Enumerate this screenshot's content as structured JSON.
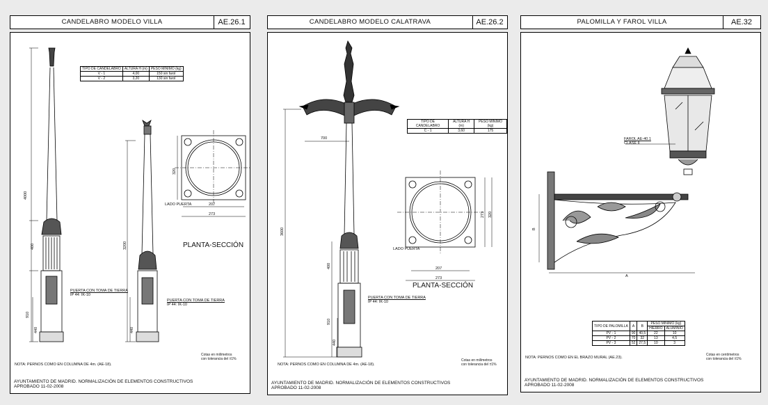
{
  "sheets": [
    {
      "title": "CANDELABRO MODELO VILLA",
      "code": "AE.26.1",
      "table": {
        "headers": [
          "TIPO DE CANDELABRO",
          "ALTURA H (m)",
          "PESO MINIMO (kg)"
        ],
        "rows": [
          [
            "V - 1",
            "4,00",
            "150 sin farol"
          ],
          [
            "V - 2",
            "3,20",
            "130 sin farol"
          ]
        ]
      },
      "dims": [
        "4000",
        "400",
        "910",
        "440",
        "3200",
        "320",
        "207",
        "273"
      ],
      "labels": {
        "puerta": "PUERTA CON TOMA DE TIERRA",
        "ip": "IP 44: IK-10",
        "lado": "LADO PUERTA",
        "planta": "PLANTA-SECCIÓN"
      },
      "note": "NOTA: PERNOS COMO EN COLUMNA DE 4m. (AE-18).",
      "tolerance": [
        "Cotas en milímetros",
        "con tolerancia del ±1%"
      ],
      "footer": [
        "AYUNTAMIENTO DE MADRID. NORMALIZACIÓN DE ELEMENTOS CONSTRUCTIVOS",
        "APROBADO 11-02-2008"
      ]
    },
    {
      "title": "CANDELABRO MODELO CALATRAVA",
      "code": "AE.26.2",
      "table": {
        "headers": [
          "TIPO DE CANDELABRO",
          "ALTURA H (m)",
          "PESO MINIMO (kg)"
        ],
        "rows": [
          [
            "C - 1",
            "3,60",
            "175"
          ]
        ]
      },
      "dims": [
        "700",
        "3600",
        "400",
        "910",
        "440",
        "273",
        "320",
        "207",
        "273"
      ],
      "labels": {
        "puerta": "PUERTA CON TOMA DE TIERRA",
        "ip": "IP 44: IK-10",
        "lado": "LADO PUERTA",
        "planta": "PLANTA-SECCIÓN"
      },
      "note": "NOTA: PERNOS COMO EN COLUMNA DE 4m. (AE-18).",
      "tolerance": [
        "Cotas en milímetros",
        "con tolerancia del ±1%"
      ],
      "footer": [
        "AYUNTAMIENTO DE MADRID. NORMALIZACIÓN DE ELEMENTOS CONSTRUCTIVOS",
        "APROBADO 11-02-2008"
      ]
    },
    {
      "title": "PALOMILLA Y FAROL VILLA",
      "code": "AE.32",
      "farol": [
        "FAROL AE-40.1",
        "CLASE II"
      ],
      "dims": [
        "B",
        "A"
      ],
      "table": {
        "headers": [
          "TIPO DE PALOMILLA",
          "A",
          "B",
          "PESO MINIMO (kg)"
        ],
        "subheaders": [
          "HIERRO",
          "ALUMINIO"
        ],
        "rows": [
          [
            "PV - 1",
            "90",
            "40,5",
            "22",
            "10"
          ],
          [
            "PV - 2",
            "70",
            "32",
            "13",
            "4,5"
          ],
          [
            "PV - 3",
            "52",
            "27,5",
            "10",
            "3"
          ]
        ]
      },
      "note": "NOTA: PERNOS COMO EN EL BRAZO MURAL (AE.23).",
      "tolerance": [
        "Cotas en centímetros",
        "con tolerancia del ±1%"
      ],
      "footer": [
        "AYUNTAMIENTO DE MADRID. NORMALIZACIÓN DE ELEMENTOS CONSTRUCTIVOS",
        "APROBADO 11-02-2008"
      ]
    }
  ]
}
